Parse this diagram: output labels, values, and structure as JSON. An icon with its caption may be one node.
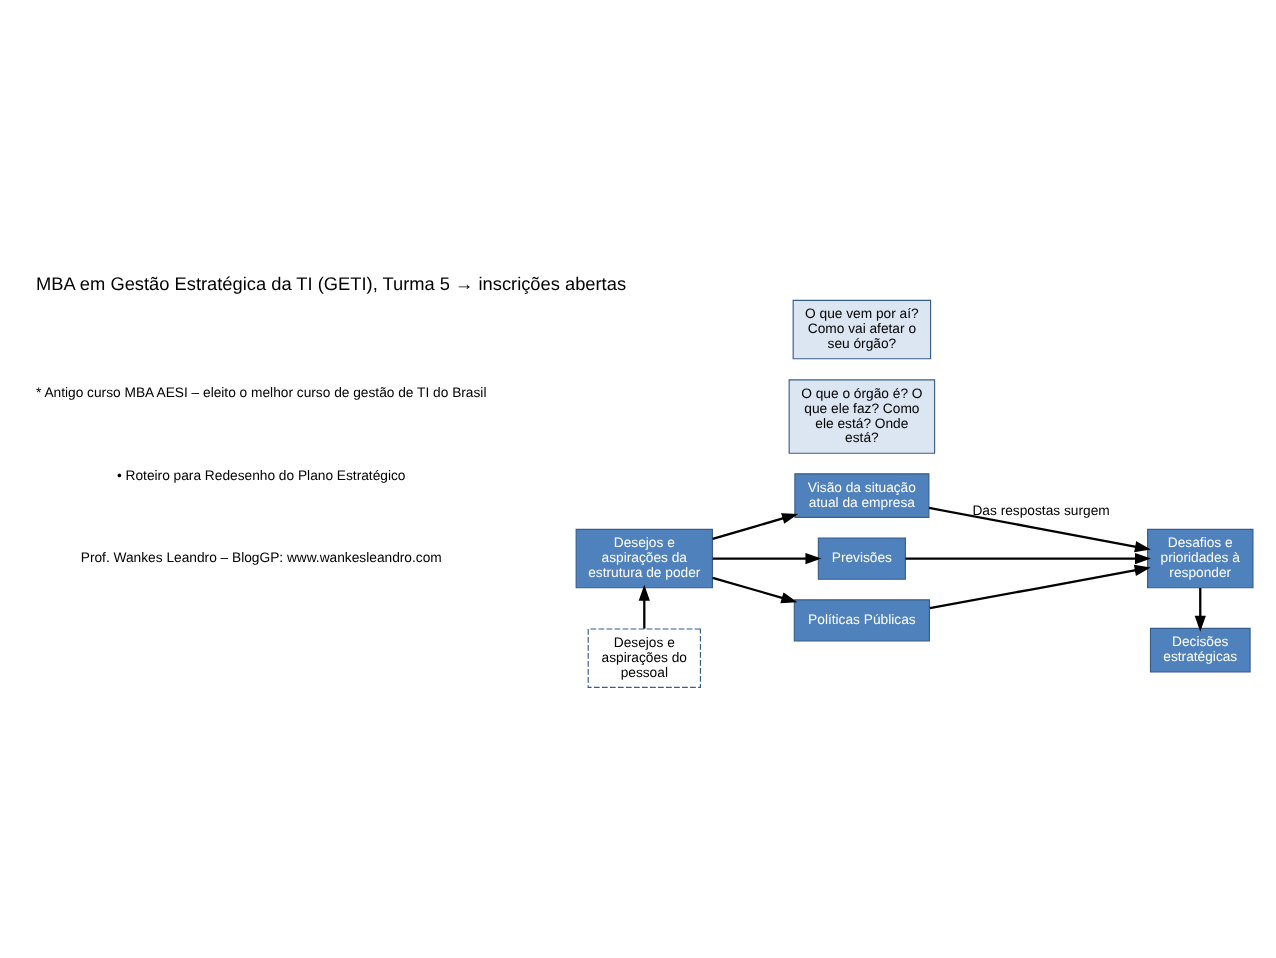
{
  "diagram": {
    "title": "MBA em Gestão Estratégica da TI (GETI), Turma 5 → inscrições abertas",
    "nodes": [
      {
        "text": [
          "Desejos e aspirações da estrutura de poder"
        ]
      },
      {
        "text": [
          "Desejos e aspirações do pessoal"
        ]
      },
      {
        "text": [
          "Visão da situação atual da empresa"
        ]
      },
      {
        "text": [
          "O que o órgão é? O que ele faz? Como ele está? Onde está?"
        ]
      },
      {
        "text": [
          "Previsões"
        ]
      },
      {
        "text": [
          "O que vem por aí? Como vai afetar o seu órgão?"
        ]
      },
      {
        "text": [
          "Políticas Públicas"
        ]
      },
      {
        "text": [
          "Desafios e prioridades à responder"
        ]
      },
      {
        "text": [
          "Decisões estratégicas"
        ]
      }
    ],
    "edges": [
      {
        "from": 1,
        "to": 0,
        "arrow": "to"
      },
      {
        "from": 0,
        "to": 2,
        "arrow": "to"
      },
      {
        "from": 0,
        "to": 4,
        "arrow": "to"
      },
      {
        "from": 0,
        "to": 6,
        "arrow": "to"
      },
      {
        "from": 2,
        "to": 7,
        "arrow": "to",
        "label": "Das respostas surgem"
      },
      {
        "from": 4,
        "to": 7,
        "arrow": "to"
      },
      {
        "from": 6,
        "to": 7,
        "arrow": "to"
      },
      {
        "from": 7,
        "to": 8,
        "arrow": "to"
      }
    ],
    "labels": [
      "* Antigo curso MBA AESI – eleito o melhor curso de gestão de TI do Brasil",
      "• Roteiro para Redesenho do Plano Estratégico",
      "Prof. Wankes Leandro – BlogGP: www.wankesleandro.com"
    ]
  }
}
